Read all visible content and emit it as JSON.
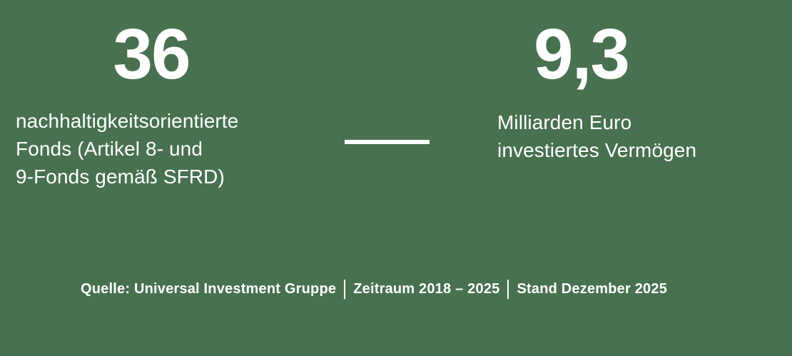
{
  "page": {
    "background_color": "#48714F",
    "text_color": "#FFFFFF"
  },
  "chart_data": {
    "type": "table",
    "title": "",
    "values": [
      {
        "value": 36,
        "label": "nachhaltigkeitsorientierte Fonds (Artikel 8- und 9-Fonds gemäß SFRD)"
      },
      {
        "value": 9.3,
        "label": "Milliarden Euro investiertes Vermögen"
      }
    ],
    "source": "Quelle: Universal Investment Gruppe | Zeitraum 2018 – 2025 | Stand Dezember 2025"
  },
  "stats": {
    "left": {
      "value": "36",
      "label_lines": [
        "nachhaltigkeitsorientierte",
        "Fonds (Artikel 8- und",
        "9-Fonds gemäß SFRD)"
      ]
    },
    "right": {
      "value": "9,3",
      "label_lines": [
        "Milliarden Euro",
        "investiertes Vermögen"
      ]
    }
  },
  "source": {
    "segments": [
      "Quelle: Universal Investment Gruppe",
      "Zeitraum 2018 – 2025",
      "Stand Dezember 2025"
    ]
  }
}
